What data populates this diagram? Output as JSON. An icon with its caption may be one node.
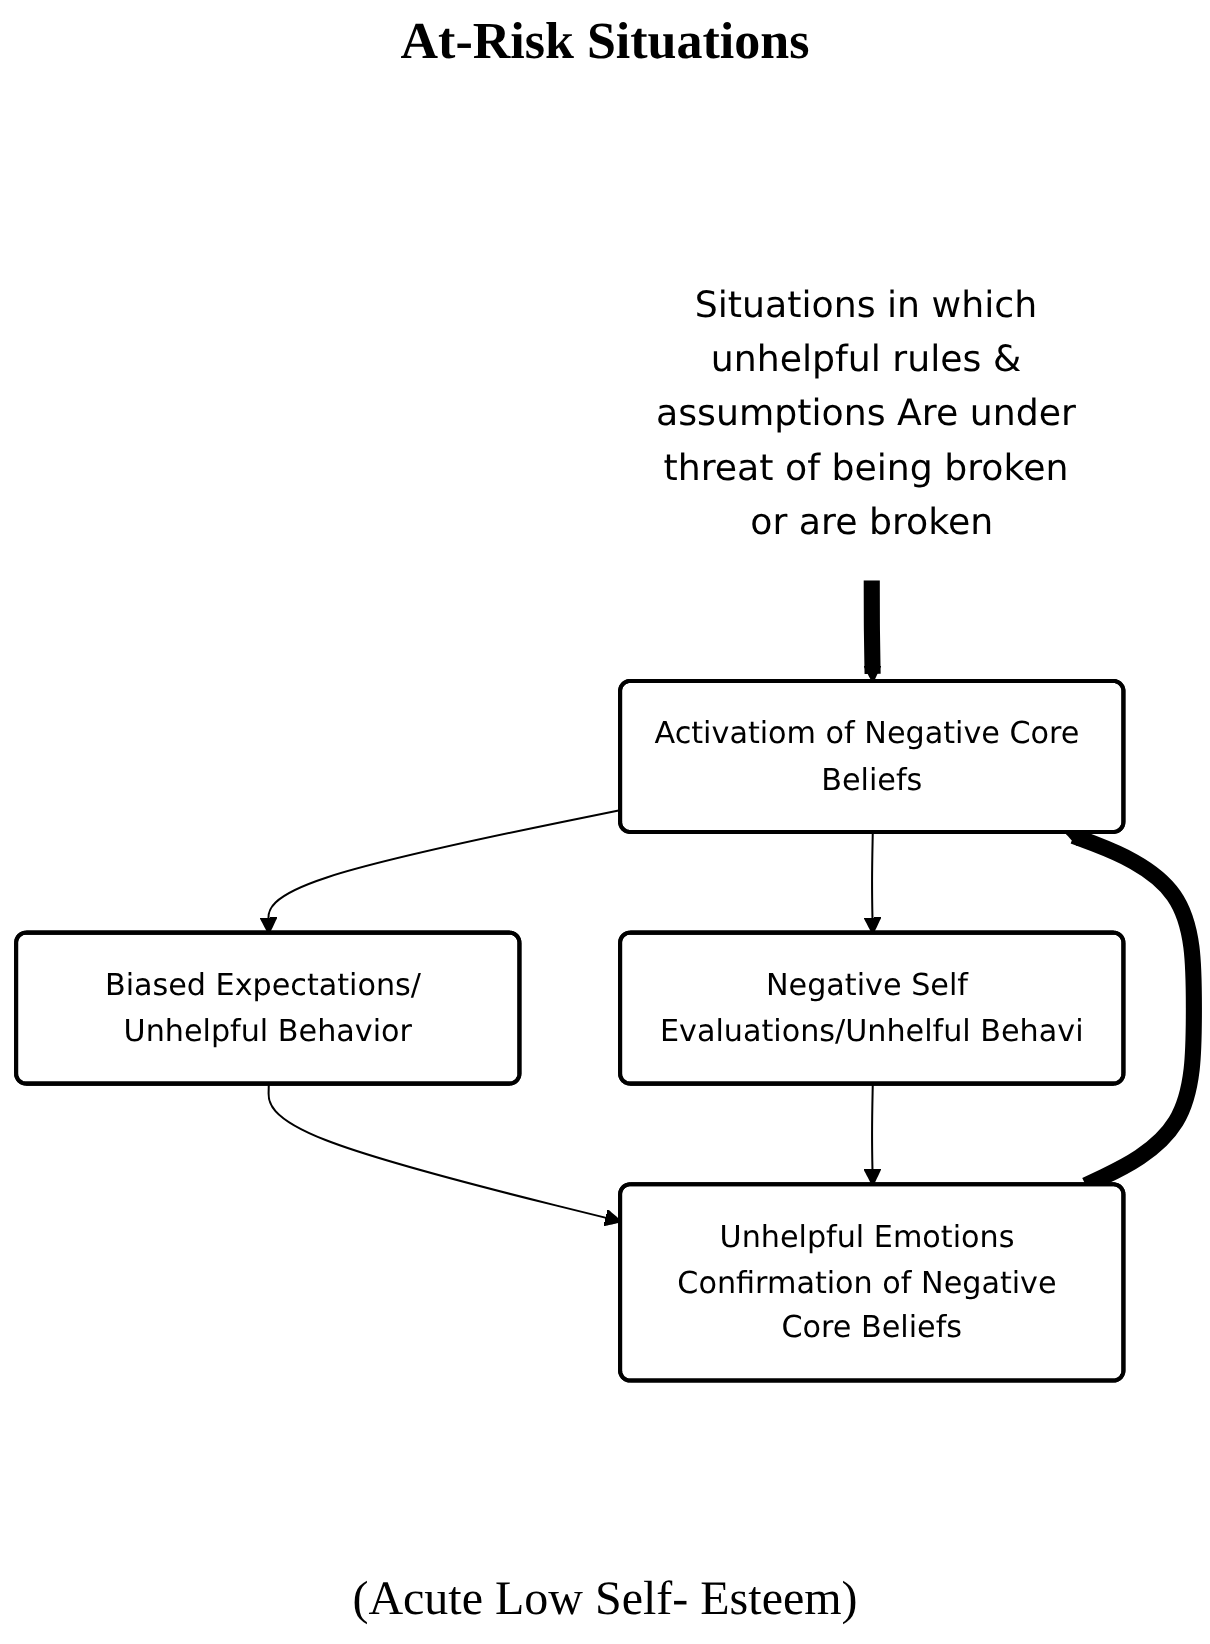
{
  "diagram": {
    "title": "At-Risk Situations",
    "caption": "(Acute Low Self- Esteem)",
    "nodes": [
      {
        "text": [
          "Situations in which unhelpful rules & assumptions Are under threat of being broken or are broken"
        ]
      },
      {
        "text": [
          "Activatiom of Negative Core Beliefs"
        ]
      },
      {
        "text": [
          "Biased Expectations/ Unhelpful Behavior"
        ]
      },
      {
        "text": [
          "Negative Self Evaluations/Unhelful Behavi"
        ]
      },
      {
        "text": [
          "Unhelpful Emotions Confirmation of Negative Core Beliefs"
        ]
      }
    ],
    "edges": [
      {
        "from": 0,
        "to": 1,
        "arrow": "to",
        "style": "thick"
      },
      {
        "from": 1,
        "to": 2,
        "arrow": "to"
      },
      {
        "from": 1,
        "to": 3,
        "arrow": "to"
      },
      {
        "from": 2,
        "to": 4,
        "arrow": "to"
      },
      {
        "from": 3,
        "to": 4,
        "arrow": "to"
      },
      {
        "from": 4,
        "to": 1,
        "arrow": "to",
        "style": "thick"
      }
    ]
  }
}
